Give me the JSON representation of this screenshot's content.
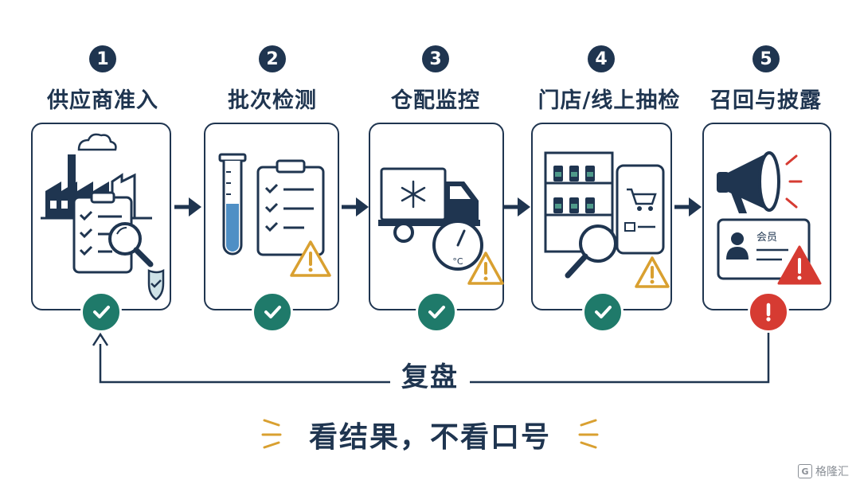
{
  "steps": [
    {
      "number": "1",
      "title": "供应商准入",
      "status": "ok"
    },
    {
      "number": "2",
      "title": "批次检测",
      "status": "ok"
    },
    {
      "number": "3",
      "title": "仓配监控",
      "status": "ok"
    },
    {
      "number": "4",
      "title": "门店/线上抽检",
      "status": "ok"
    },
    {
      "number": "5",
      "title": "召回与披露",
      "status": "alert"
    }
  ],
  "member_card_label": "会员",
  "thermometer_unit": "°C",
  "review_label": "复盘",
  "slogan": "看结果，不看口号",
  "watermark": "格隆汇",
  "colors": {
    "navy": "#1f3550",
    "teal": "#1f7a6a",
    "red": "#d63b32",
    "amber": "#d9a030",
    "blue": "#4f8fc5"
  }
}
